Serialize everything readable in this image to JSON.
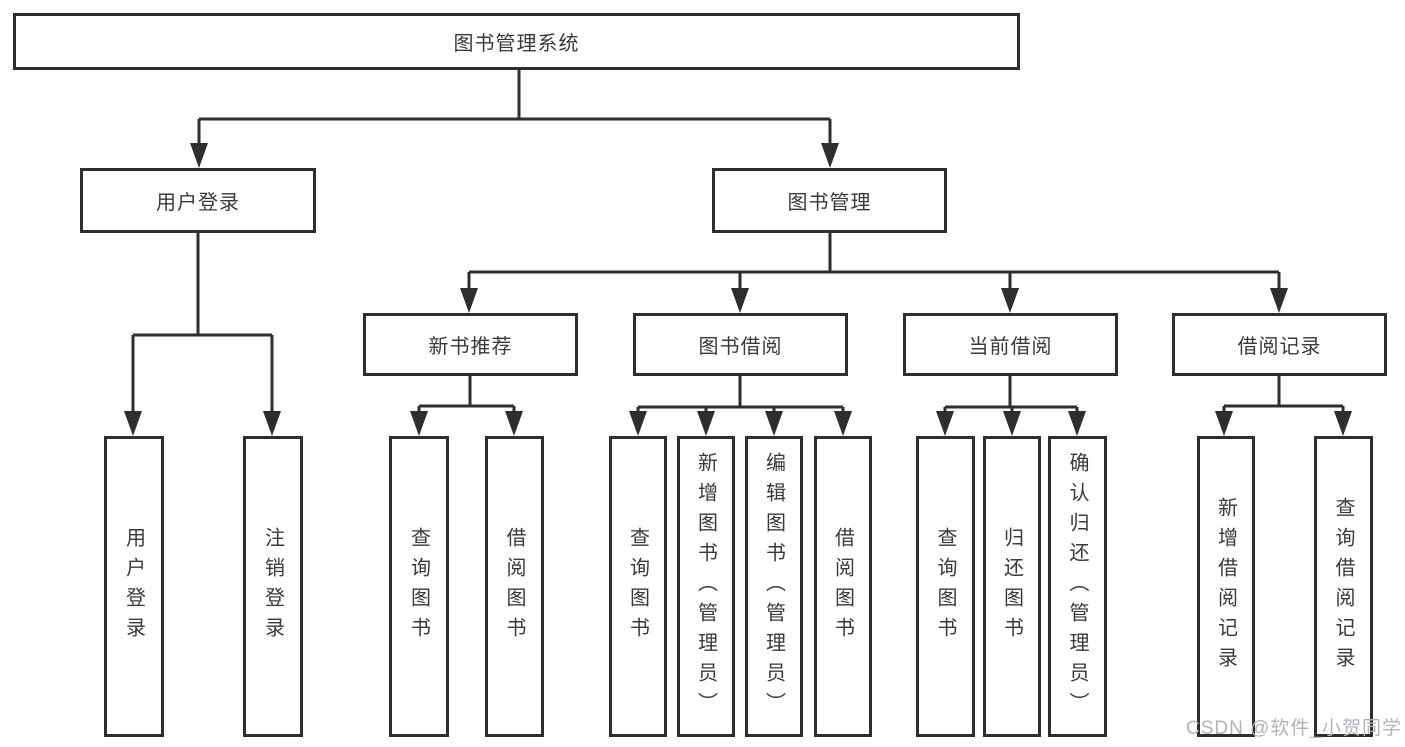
{
  "diagram": {
    "title": "图书管理系统",
    "type": "hierarchy-diagram"
  },
  "nodes": {
    "root": {
      "label": "图书管理系统"
    },
    "user_login": {
      "label": "用户登录"
    },
    "book_mgmt": {
      "label": "图书管理"
    },
    "new_book_rec": {
      "label": "新书推荐"
    },
    "book_borrow": {
      "label": "图书借阅"
    },
    "current_borrow": {
      "label": "当前借阅"
    },
    "borrow_records": {
      "label": "借阅记录"
    },
    "leaf_user_login": {
      "label": "用户登录"
    },
    "leaf_logout": {
      "label": "注销登录"
    },
    "rec_query": {
      "label": "查询图书"
    },
    "rec_borrow": {
      "label": "借阅图书"
    },
    "bb_query": {
      "label": "查询图书"
    },
    "bb_add": {
      "label": "新增图书（管理员）"
    },
    "bb_edit": {
      "label": "编辑图书（管理员）"
    },
    "bb_borrow": {
      "label": "借阅图书"
    },
    "cb_query": {
      "label": "查询图书"
    },
    "cb_return": {
      "label": "归还图书"
    },
    "cb_confirm": {
      "label": "确认归还（管理员）"
    },
    "br_add": {
      "label": "新增借阅记录"
    },
    "br_query": {
      "label": "查询借阅记录"
    }
  },
  "hierarchy": {
    "图书管理系统": {
      "用户登录": [
        "用户登录",
        "注销登录"
      ],
      "图书管理": {
        "新书推荐": [
          "查询图书",
          "借阅图书"
        ],
        "图书借阅": [
          "查询图书",
          "新增图书（管理员）",
          "编辑图书（管理员）",
          "借阅图书"
        ],
        "当前借阅": [
          "查询图书",
          "归还图书",
          "确认归还（管理员）"
        ],
        "借阅记录": [
          "新增借阅记录",
          "查询借阅记录"
        ]
      }
    }
  },
  "colors": {
    "line": "#2e2e2e",
    "box_border": "#2e2e2e",
    "text": "#3a3a3a",
    "background": "#ffffff",
    "watermark": "#b3b3bb"
  },
  "watermark": {
    "text": "CSDN @软件_小贺同学"
  }
}
